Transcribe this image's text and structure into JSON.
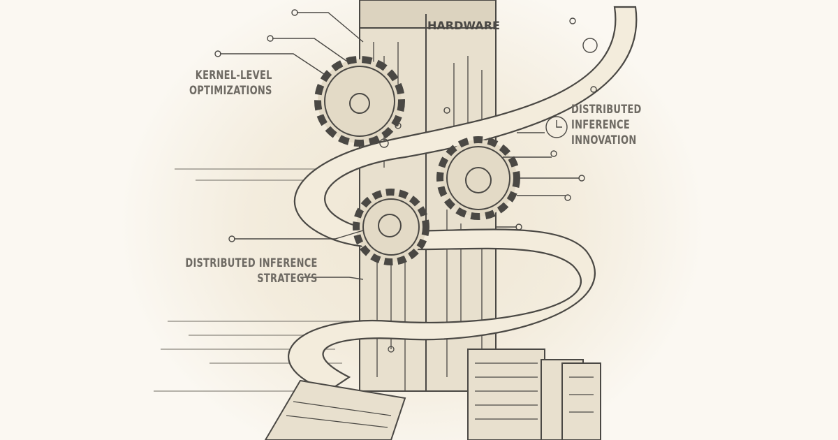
{
  "tower_label": "HARDWARE",
  "labels": {
    "kernel": [
      "KERNEL-LEVEL",
      "OPTIMIZATIONS"
    ],
    "innovation": [
      "DISTRIBUTED",
      "INFERENCE",
      "INNOVATION"
    ],
    "strategies": [
      "DISTRIBUTED INFERENCE",
      "STRATEGYS"
    ]
  },
  "colors": {
    "ink": "#4a4844",
    "paper": "#f1e9d8",
    "label": "#6e6a63"
  }
}
